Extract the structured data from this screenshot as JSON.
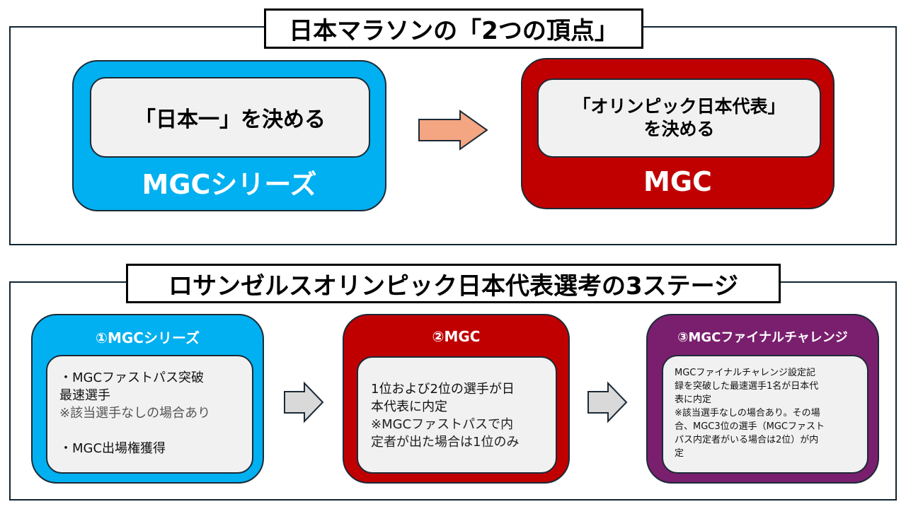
{
  "section1": {
    "title": "日本マラソンの「2つの頂点」",
    "left_box": {
      "inner_text": "「日本一」を決める",
      "label": "MGCシリーズ",
      "color": "#00b0f0"
    },
    "arrow": {
      "color": "#f4a582"
    },
    "right_box": {
      "inner_lines": [
        "「オリンピック日本代表」",
        "を決める"
      ],
      "label": "MGC",
      "color": "#c00000"
    }
  },
  "section2": {
    "title": "ロサンゼルスオリンピック日本代表選考の3ステージ",
    "arrow_color": "#d9d9d9",
    "stages": [
      {
        "header": "①MGCシリーズ",
        "color": "#00b0f0",
        "lines": [
          {
            "text": "・MGCファストパス突破",
            "style": "main"
          },
          {
            "text": "最速選手",
            "style": "main"
          },
          {
            "text": "※該当選手なしの場合あり",
            "style": "note"
          },
          {
            "text": "",
            "style": "spacer"
          },
          {
            "text": "・MGC出場権獲得",
            "style": "main"
          }
        ]
      },
      {
        "header": "②MGC",
        "color": "#c00000",
        "lines": [
          {
            "text": "1位および2位の選手が日",
            "style": "main"
          },
          {
            "text": "本代表に内定",
            "style": "main"
          },
          {
            "text": "※MGCファストパスで内",
            "style": "note"
          },
          {
            "text": "定者が出た場合は1位のみ",
            "style": "note"
          }
        ]
      },
      {
        "header": "③MGCファイナルチャレンジ",
        "color": "#7a1f6e",
        "lines": [
          {
            "text": "MGCファイナルチャレンジ設定記",
            "style": "main"
          },
          {
            "text": "録を突破した最速選手1名が日本代",
            "style": "main"
          },
          {
            "text": "表に内定",
            "style": "main"
          },
          {
            "text": "※該当選手なしの場合あり。その場",
            "style": "main"
          },
          {
            "text": "合、MGC3位の選手（MGCファスト",
            "style": "main"
          },
          {
            "text": "パス内定者がいる場合は2位）が内",
            "style": "main"
          },
          {
            "text": "定",
            "style": "main"
          }
        ]
      }
    ]
  }
}
